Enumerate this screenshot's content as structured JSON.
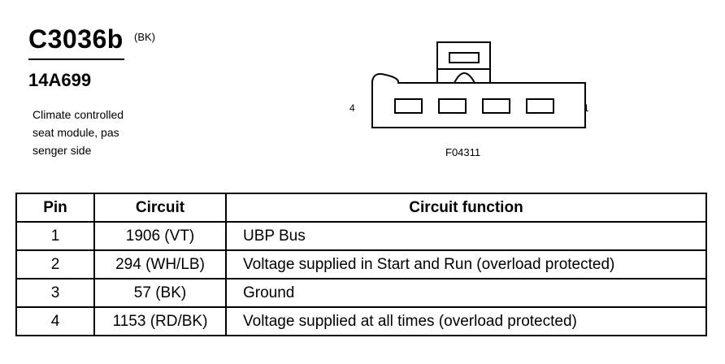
{
  "header": {
    "connector_id": "C3036b",
    "color_code": "(BK)",
    "part_number": "14A699",
    "description_lines": [
      "Climate controlled",
      "seat module, pas",
      "senger side"
    ]
  },
  "figure": {
    "pin_left_label": "4",
    "pin_right_label": "1",
    "figure_id": "F04311"
  },
  "table": {
    "headers": [
      "Pin",
      "Circuit",
      "Circuit function"
    ],
    "rows": [
      {
        "pin": "1",
        "circuit": "1906 (VT)",
        "function": "UBP Bus"
      },
      {
        "pin": "2",
        "circuit": "294 (WH/LB)",
        "function": "Voltage supplied in Start and Run (overload protected)"
      },
      {
        "pin": "3",
        "circuit": "57 (BK)",
        "function": "Ground"
      },
      {
        "pin": "4",
        "circuit": "1153 (RD/BK)",
        "function": "Voltage supplied at all times (overload protected)"
      }
    ]
  }
}
